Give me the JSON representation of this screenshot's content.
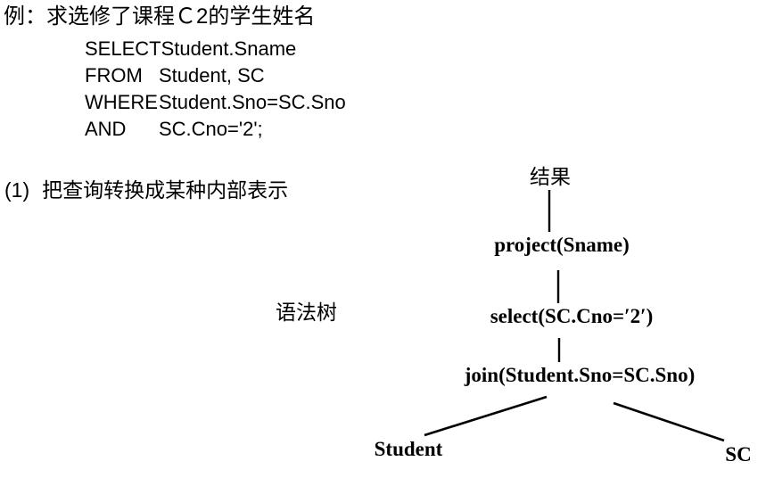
{
  "example": {
    "title": "例：求选修了课程Ｃ2的学生姓名",
    "sql_lines": [
      {
        "keyword": "SELECT",
        "clause": "Student.Sname"
      },
      {
        "keyword": "FROM",
        "clause": "Student, SC"
      },
      {
        "keyword": "WHERE",
        "clause": "Student.Sno=SC.Sno"
      },
      {
        "keyword": "AND",
        "clause": "SC.Cno='2';"
      }
    ]
  },
  "step": {
    "number": "(1)",
    "text": "把查询转换成某种内部表示"
  },
  "syntax_tree": {
    "caption": "语法树",
    "root": "结果",
    "project_node": "project(Sname)",
    "select_node": "select(SC.Cno=′2′)",
    "join_node": "join(Student.Sno=SC.Sno)",
    "left_leaf": "Student",
    "right_leaf": "SC"
  },
  "colors": {
    "background": "#ffffff",
    "text": "#000000",
    "line": "#000000"
  }
}
